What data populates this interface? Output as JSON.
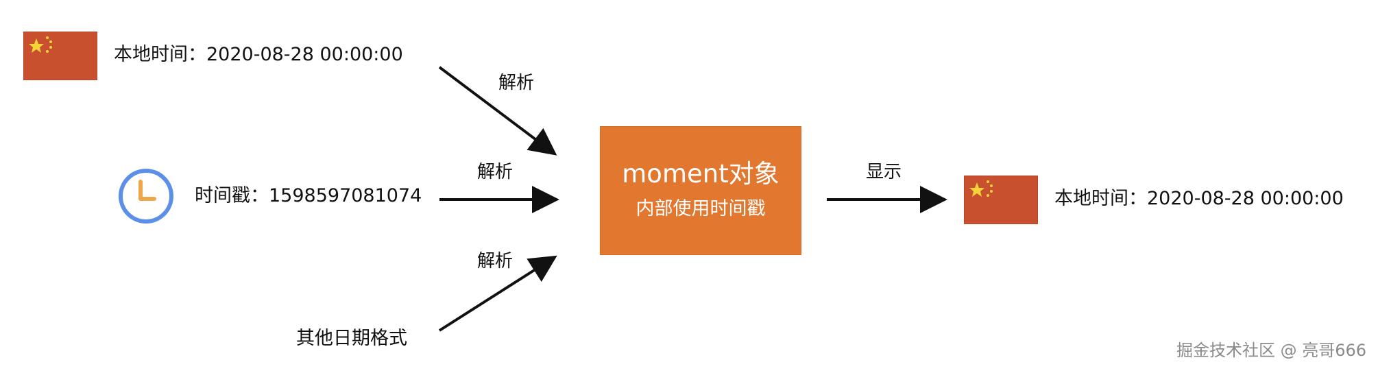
{
  "colors": {
    "flag_red": "#c9502f",
    "flag_star": "#f5d33a",
    "box_orange": "#e2772f",
    "clock_ring": "#5b8fe8",
    "clock_hands": "#f0a64a",
    "arrow": "#111111",
    "watermark": "#8a8a8a"
  },
  "icons": {
    "flag_left": "china-flag-icon",
    "clock": "clock-icon",
    "flag_right": "china-flag-icon"
  },
  "inputs": {
    "local_time": "本地时间：2020-08-28 00:00:00",
    "timestamp": "时间戳：1598597081074",
    "other_format": "其他日期格式"
  },
  "arrows": {
    "parse_top": "解析",
    "parse_middle": "解析",
    "parse_bottom": "解析",
    "display": "显示"
  },
  "moment_box": {
    "title": "moment对象",
    "subtitle": "内部使用时间戳"
  },
  "output": {
    "local_time": "本地时间：2020-08-28 00:00:00"
  },
  "watermark": "掘金技术社区 @ 亮哥666"
}
